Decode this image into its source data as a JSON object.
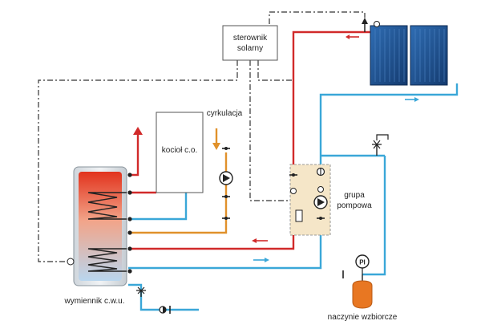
{
  "labels": {
    "controller_line1": "sterownik",
    "controller_line2": "solarny",
    "boiler": "kocioł c.o.",
    "circulation": "cyrkulacja",
    "pump_group_line1": "grupa",
    "pump_group_line2": "pompowa",
    "tank": "wymiennik c.w.u.",
    "expansion_vessel": "naczynie wzbiorcze",
    "pressure_gauge": "PI"
  },
  "colors": {
    "hot_pipe": "#d12a2a",
    "cold_pipe": "#3aa7d8",
    "circulation_pipe": "#e0912b",
    "control_line": "#333333",
    "panel_blue": "#1d4e8f",
    "vessel": "#e87722",
    "pump_group_bg": "#f5e6c8"
  },
  "icons": {
    "flow_arrow_hot": "arrow-left-icon",
    "flow_arrow_cold": "arrow-right-icon",
    "pump": "pump-icon",
    "valve": "valve-icon",
    "sensor": "temperature-sensor-icon",
    "air_vent": "air-vent-icon",
    "safety_valve": "safety-valve-icon"
  }
}
